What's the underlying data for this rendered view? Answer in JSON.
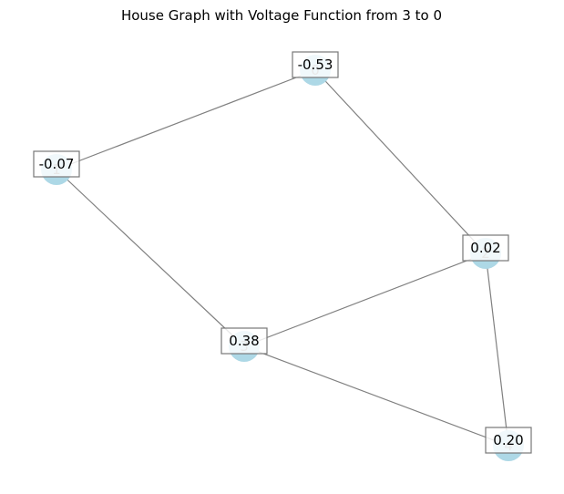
{
  "title": "House Graph with Voltage Function from 3 to 0",
  "colors": {
    "node_fill": "#add8e6",
    "edge": "#808080",
    "label_box_border": "#777777"
  },
  "nodes": [
    {
      "id": "0",
      "voltage": "-0.53"
    },
    {
      "id": "1",
      "voltage": "-0.07"
    },
    {
      "id": "2",
      "voltage": "0.02"
    },
    {
      "id": "3",
      "voltage": "0.38"
    },
    {
      "id": "4",
      "voltage": "0.20"
    }
  ],
  "edges": [
    [
      "0",
      "1"
    ],
    [
      "0",
      "2"
    ],
    [
      "1",
      "3"
    ],
    [
      "2",
      "3"
    ],
    [
      "2",
      "4"
    ],
    [
      "3",
      "4"
    ]
  ]
}
